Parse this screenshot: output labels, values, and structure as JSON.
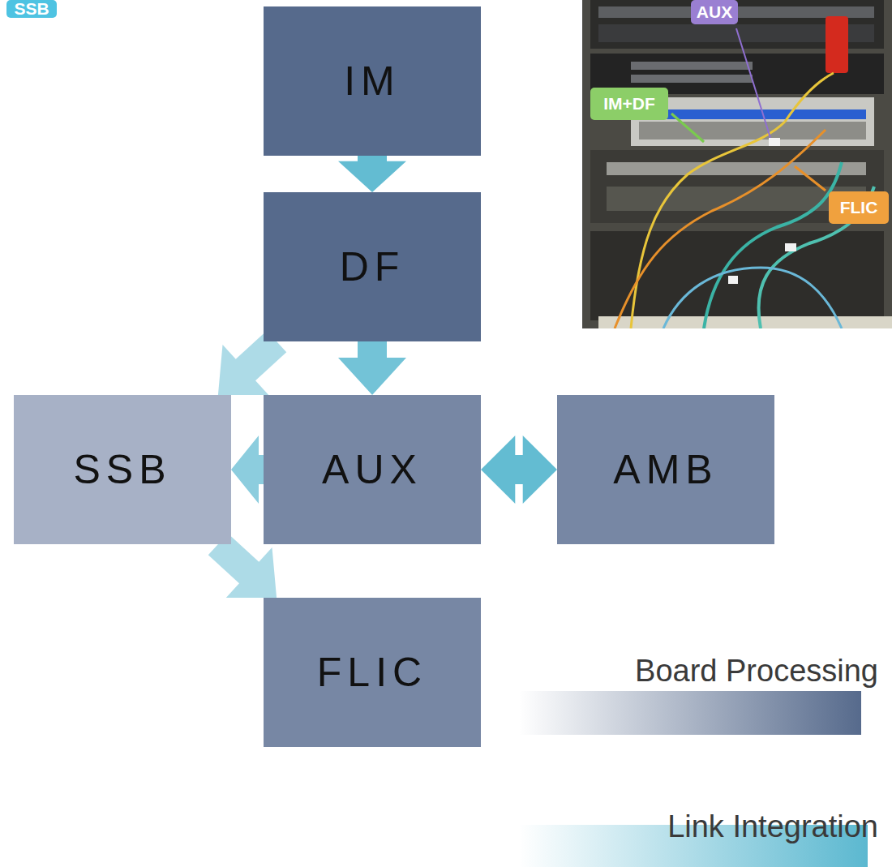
{
  "diagram": {
    "nodes": [
      {
        "text": [
          "IM"
        ]
      },
      {
        "text": [
          "DF"
        ]
      },
      {
        "text": [
          "SSB"
        ]
      },
      {
        "text": [
          "AUX"
        ]
      },
      {
        "text": [
          "AMB"
        ]
      },
      {
        "text": [
          "FLIC"
        ]
      }
    ],
    "edges": [
      {
        "from": 0,
        "to": 1,
        "arrow": "to"
      },
      {
        "from": 1,
        "to": 2,
        "arrow": "to"
      },
      {
        "from": 1,
        "to": 3,
        "arrow": "to"
      },
      {
        "from": 3,
        "to": 2,
        "arrow": "to"
      },
      {
        "from": 3,
        "to": 4,
        "arrow": "both"
      },
      {
        "from": 2,
        "to": 5,
        "arrow": "to"
      }
    ],
    "labels": [
      "SSB",
      "AUX",
      "IM+DF",
      "FLIC"
    ],
    "legend": [
      {
        "text": "Board Processing",
        "color": "#566a8c"
      },
      {
        "text": "Link Integration",
        "color": "#5bb8d0"
      }
    ]
  }
}
